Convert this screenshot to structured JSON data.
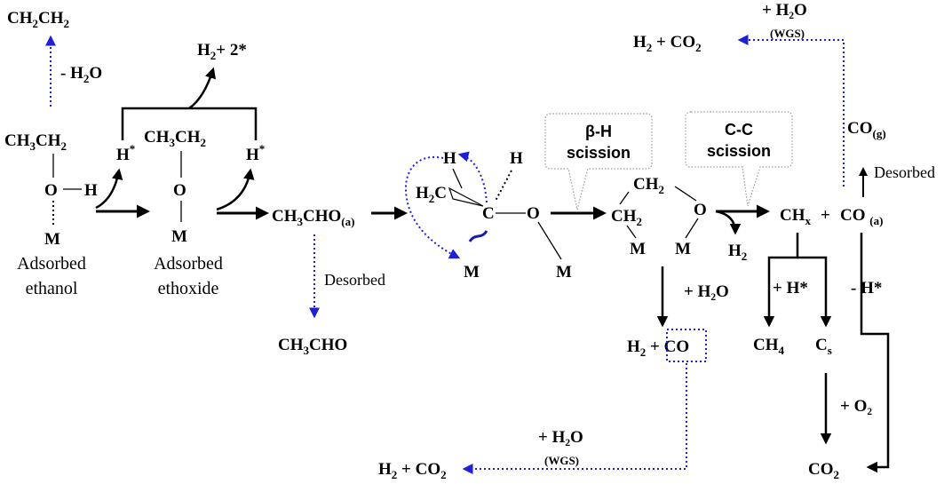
{
  "top_left": {
    "ethene_sub1": "2",
    "ethene_sub2": "2",
    "dehydration_sub": "2"
  },
  "ethanol": {
    "sub3": "3",
    "sub2": "2",
    "label_line1": "Adsorbed",
    "label_line2": "ethanol"
  },
  "ethoxide": {
    "sub3": "3",
    "sub2": "2",
    "label_line1": "Adsorbed",
    "label_line2": "ethoxide"
  },
  "h2_release": {
    "sub": "2",
    "suffix": "+ 2*"
  },
  "acetaldehyde": {
    "adsorbed_sub3": "3",
    "adsorbed_sub": "(a)",
    "desorbed_label": "Desorbed",
    "gas_sub3": "3"
  },
  "oxametallacycle": {
    "h2c_sub": "2"
  },
  "beta_h": {
    "line1": "β-H",
    "line2": "scission"
  },
  "cc": {
    "line1": "C-C",
    "line2": "scission"
  },
  "ring": {
    "ch2_top_sub": "2",
    "ch2_left_sub": "2",
    "h2_sub": "2"
  },
  "products": {
    "chx_sub": "x",
    "co_sub": "(a)",
    "co_gas_sub": "(g)",
    "desorbed_label": "Desorbed"
  },
  "branches": {
    "h2o_add": "+ H₂O",
    "h2co_sub": "2",
    "plus_h": "+ H*",
    "minus_h": "- H*",
    "ch4_sub": "4",
    "cs_sub": "s",
    "o2_add": "+ O₂",
    "co2_bottom_sub": "2"
  },
  "wgs_top": {
    "h2o": "+ H₂O",
    "tag": "(WGS)",
    "product_h_sub": "2",
    "product_co2_sub": "2"
  },
  "wgs_bottom": {
    "h2o": "+ H₂O",
    "tag": "(WGS)",
    "product_h_sub": "2",
    "product_co2_sub": "2"
  },
  "colors": {
    "dotted": "#1f1fd6",
    "solid": "#000000",
    "callout_border": "#9a9a9a"
  }
}
